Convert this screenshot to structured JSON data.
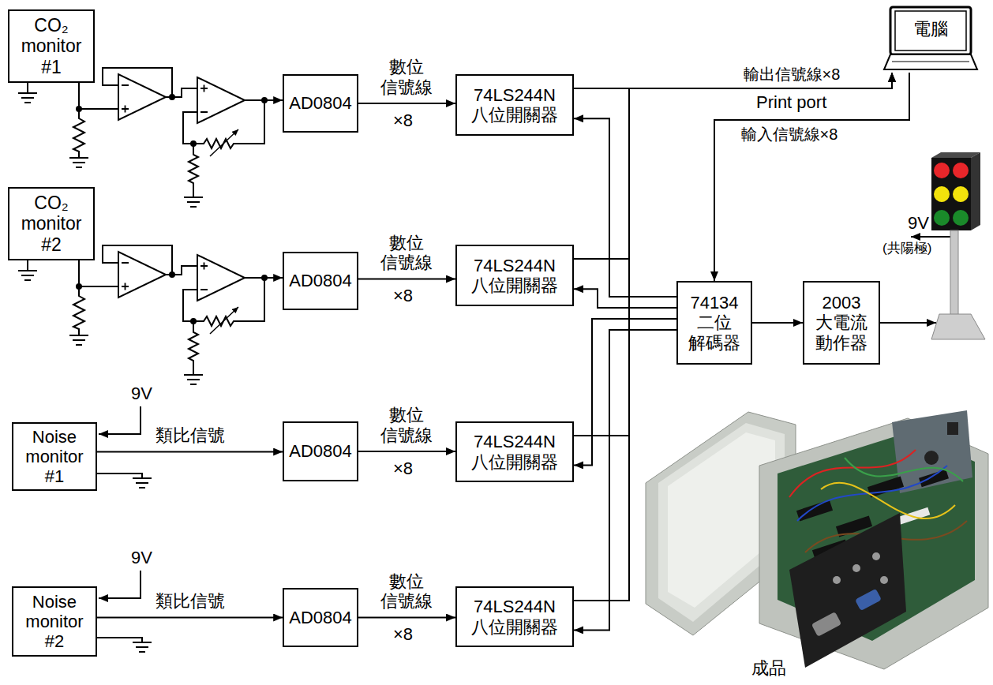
{
  "diagram": {
    "nodes": [
      {
        "text": [
          "CO₂ monitor #1"
        ]
      },
      {
        "text": [
          "AD0804"
        ]
      },
      {
        "text": [
          "74LS244N 八位開關器"
        ]
      },
      {
        "text": [
          "電腦"
        ]
      },
      {
        "text": [
          "CO₂ monitor #2"
        ]
      },
      {
        "text": [
          "AD0804"
        ]
      },
      {
        "text": [
          "74LS244N 八位開關器"
        ]
      },
      {
        "text": [
          "74134 二位 解碼器"
        ]
      },
      {
        "text": [
          "2003 大電流 動作器"
        ]
      },
      {
        "text": [
          "Noise monitor #1"
        ]
      },
      {
        "text": [
          "AD0804"
        ]
      },
      {
        "text": [
          "74LS244N 八位開關器"
        ]
      },
      {
        "text": [
          "Noise monitor #2"
        ]
      },
      {
        "text": [
          "AD0804"
        ]
      },
      {
        "text": [
          "74LS244N 八位開關器"
        ]
      }
    ],
    "edges": [
      {
        "from": 0,
        "to": 1,
        "arrow": "to"
      },
      {
        "from": 1,
        "to": 2,
        "label": "數位 信號線",
        "arrow": "to"
      },
      {
        "from": 2,
        "to": 3,
        "label": "輸出信號線×8",
        "arrow": "to"
      },
      {
        "from": 3,
        "to": 7,
        "label": "輸入信號線×8",
        "arrow": "to"
      },
      {
        "from": 4,
        "to": 5,
        "arrow": "to"
      },
      {
        "from": 5,
        "to": 6,
        "label": "數位 信號線",
        "arrow": "to"
      },
      {
        "from": 6,
        "to": 3,
        "arrow": "to"
      },
      {
        "from": 7,
        "to": 2,
        "arrow": "to"
      },
      {
        "from": 7,
        "to": 6,
        "arrow": "to"
      },
      {
        "from": 7,
        "to": 11,
        "arrow": "to"
      },
      {
        "from": 7,
        "to": 14,
        "arrow": "to"
      },
      {
        "from": 7,
        "to": 8,
        "arrow": "to"
      },
      {
        "from": 9,
        "to": 10,
        "label": "類比信號",
        "arrow": "to"
      },
      {
        "from": 10,
        "to": 11,
        "label": "數位 信號線",
        "arrow": "to"
      },
      {
        "from": 11,
        "to": 3,
        "arrow": "to"
      },
      {
        "from": 12,
        "to": 13,
        "label": "類比信號",
        "arrow": "to"
      },
      {
        "from": 13,
        "to": 14,
        "label": "數位 信號線",
        "arrow": "to"
      },
      {
        "from": 14,
        "to": 3,
        "arrow": "to"
      }
    ],
    "labels": [
      "Print port",
      "×8",
      "9V",
      "(共陽極)",
      "×8",
      "9V",
      "×8",
      "9V",
      "×8",
      "成品"
    ]
  }
}
